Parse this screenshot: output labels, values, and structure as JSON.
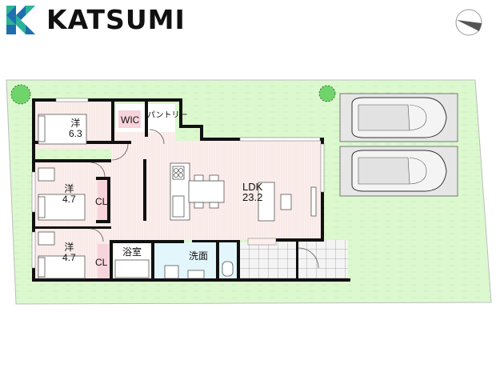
{
  "header": {
    "brand_name": "KATSUMI",
    "logo_icon": "katsumi-k-mark",
    "compass_icon": "north-arrow-compass"
  },
  "floor_plan": {
    "rooms": [
      {
        "id": "bedroom-1",
        "name": "洋",
        "size": "6.3"
      },
      {
        "id": "wic",
        "name": "WIC"
      },
      {
        "id": "pantry",
        "name": "パントリー"
      },
      {
        "id": "bedroom-2",
        "name": "洋",
        "size": "4.7"
      },
      {
        "id": "closet-1",
        "name": "CL"
      },
      {
        "id": "bedroom-3",
        "name": "洋",
        "size": "4.7"
      },
      {
        "id": "closet-2",
        "name": "CL"
      },
      {
        "id": "bathroom",
        "name": "浴室"
      },
      {
        "id": "washroom",
        "name": "洗面"
      },
      {
        "id": "ldk",
        "name": "LDK",
        "size": "23.2"
      }
    ],
    "parking_spaces": 2,
    "colors": {
      "garden": "#d9f7cc",
      "room_floor": "#fbecea",
      "wet_area": "#e3f6fb",
      "closet": "#f7d3dc",
      "wall": "#111111",
      "parking": "#e6e6e6",
      "tree": "#6fd46a"
    }
  }
}
